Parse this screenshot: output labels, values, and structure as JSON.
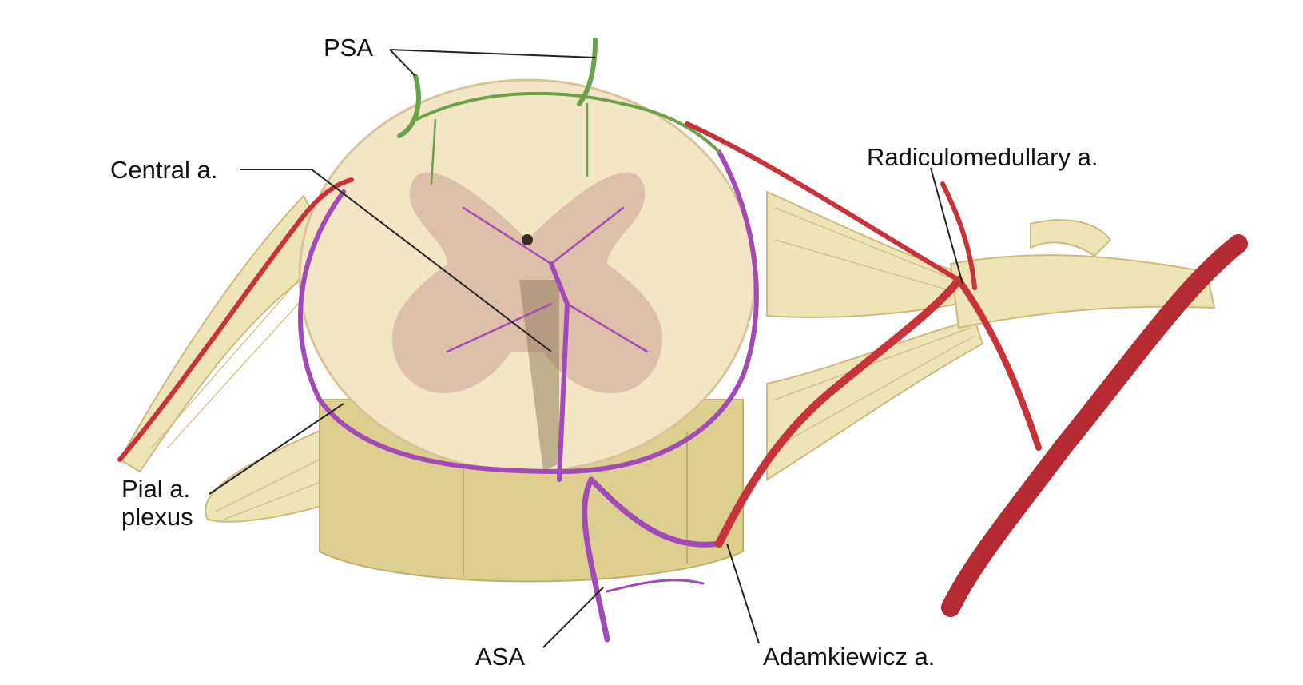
{
  "labels": {
    "psa": "PSA",
    "central": "Central a.",
    "radiculomedullary": "Radiculomedullary a.",
    "pial_line1": "Pial a.",
    "pial_line2": "plexus",
    "asa": "ASA",
    "adamkiewicz": "Adamkiewicz a."
  },
  "colors": {
    "cord": "#f3e6c4",
    "cord_edge": "#d8c496",
    "gray_matter": "#d9b7a6",
    "roots": "#efe4b5",
    "root_stripe": "#cdb97c",
    "cord_body": "#dccf8f",
    "purple": "#a24bb8",
    "green": "#6aa24a",
    "red": "#c8333a",
    "dark_red": "#9a1f26",
    "leader": "#222222"
  }
}
